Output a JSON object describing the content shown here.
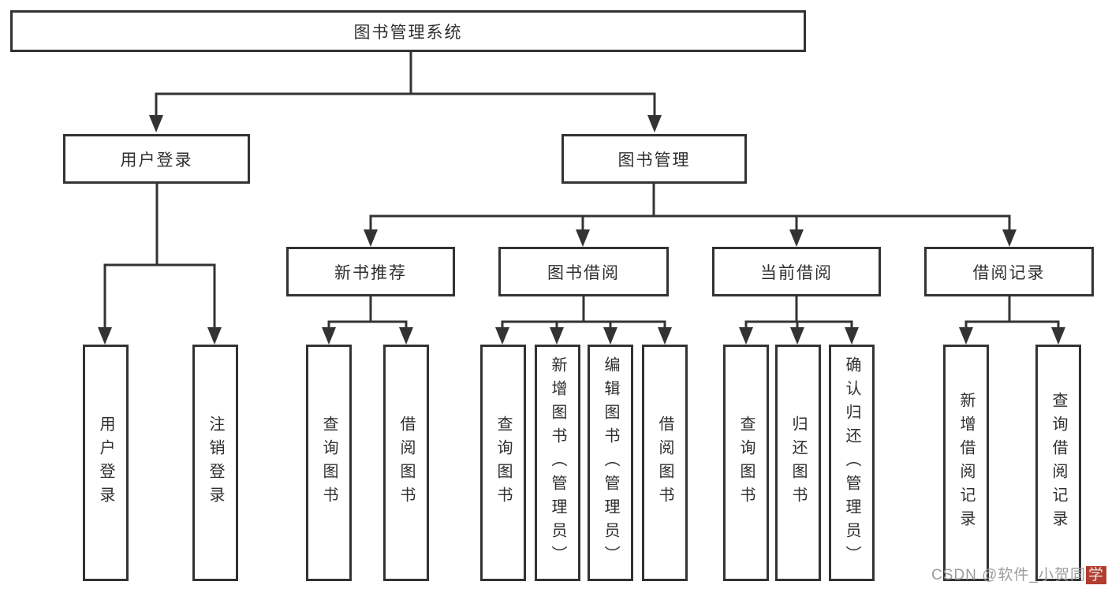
{
  "diagram": {
    "root": {
      "label": "图书管理系统"
    },
    "level2": [
      {
        "label": "用户登录",
        "parent": "图书管理系统"
      },
      {
        "label": "图书管理",
        "parent": "图书管理系统"
      }
    ],
    "level3": [
      {
        "label": "新书推荐",
        "parent": "图书管理"
      },
      {
        "label": "图书借阅",
        "parent": "图书管理"
      },
      {
        "label": "当前借阅",
        "parent": "图书管理"
      },
      {
        "label": "借阅记录",
        "parent": "图书管理"
      }
    ],
    "leaves": [
      {
        "label": "用户登录",
        "parent": "用户登录"
      },
      {
        "label": "注销登录",
        "parent": "用户登录"
      },
      {
        "label": "查询图书",
        "parent": "新书推荐"
      },
      {
        "label": "借阅图书",
        "parent": "新书推荐"
      },
      {
        "label": "查询图书",
        "parent": "图书借阅"
      },
      {
        "label": "新增图书（管理员）",
        "parent": "图书借阅"
      },
      {
        "label": "编辑图书（管理员）",
        "parent": "图书借阅"
      },
      {
        "label": "借阅图书",
        "parent": "图书借阅"
      },
      {
        "label": "查询图书",
        "parent": "当前借阅"
      },
      {
        "label": "归还图书",
        "parent": "当前借阅"
      },
      {
        "label": "确认归还（管理员）",
        "parent": "当前借阅"
      },
      {
        "label": "新增借阅记录",
        "parent": "借阅记录"
      },
      {
        "label": "查询借阅记录",
        "parent": "借阅记录"
      }
    ]
  },
  "watermark": {
    "prefix": "CSDN @软件_小贺同",
    "highlight": "学",
    "full_text": "CSDN @软件_小贺同学"
  },
  "colors": {
    "line": "#333333",
    "box_border": "#333333",
    "text": "#2f2f2f",
    "background": "#ffffff",
    "watermark_text": "#9c9c9c",
    "watermark_highlight_bg": "#b23c30"
  }
}
